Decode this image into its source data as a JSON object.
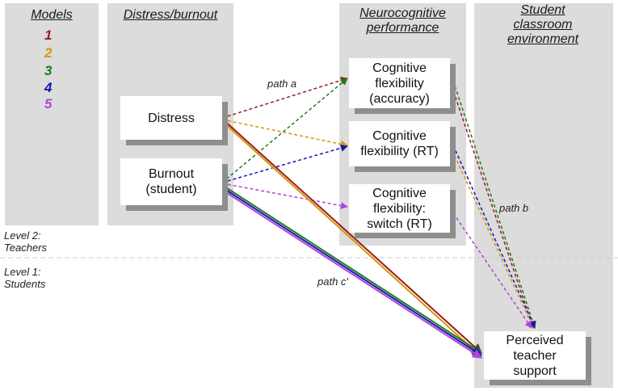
{
  "columns": {
    "models": "Models",
    "distress": "Distress/burnout",
    "neuro": "Neurocognitive performance",
    "student_env": "Student classroom environment"
  },
  "models": [
    {
      "label": "1",
      "color": "#9b1c1c"
    },
    {
      "label": "2",
      "color": "#d4950a"
    },
    {
      "label": "3",
      "color": "#1e7a1e"
    },
    {
      "label": "4",
      "color": "#1515b0"
    },
    {
      "label": "5",
      "color": "#b044d8"
    }
  ],
  "nodes": {
    "distress": "Distress",
    "burnout": "Burnout (student)",
    "cf_accuracy": "Cognitive flexibility (accuracy)",
    "cf_rt": "Cognitive flexibility (RT)",
    "cf_switch": "Cognitive flexibility: switch (RT)",
    "support": "Perceived teacher support"
  },
  "paths": {
    "a": "path a",
    "b": "path b",
    "c": "path c'"
  },
  "levels": {
    "level2": "Level 2: Teachers",
    "level1": "Level 1: Students"
  }
}
